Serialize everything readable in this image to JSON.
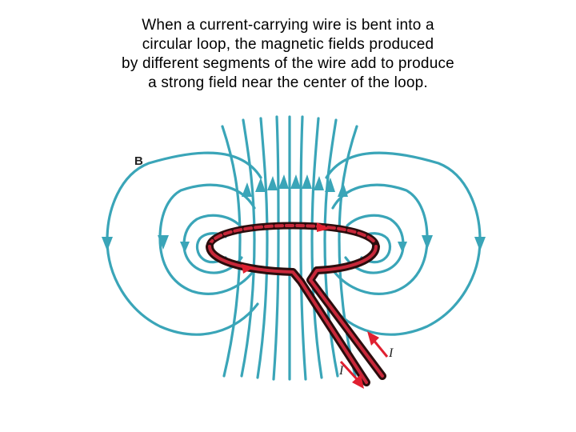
{
  "caption": {
    "lines": [
      "When a current-carrying wire is bent into a",
      "circular loop, the magnetic fields produced",
      "by different segments of the wire add to produce",
      "a strong field near the center of the loop."
    ]
  },
  "diagram": {
    "field_label": "B",
    "current_label_in": "I",
    "current_label_out": "I",
    "colors": {
      "field_lines": "#3aa5b8",
      "wire_outer": "#2b0d0d",
      "wire_inner": "#c8283a",
      "current_arrows": "#e02030",
      "text": "#222222"
    }
  }
}
